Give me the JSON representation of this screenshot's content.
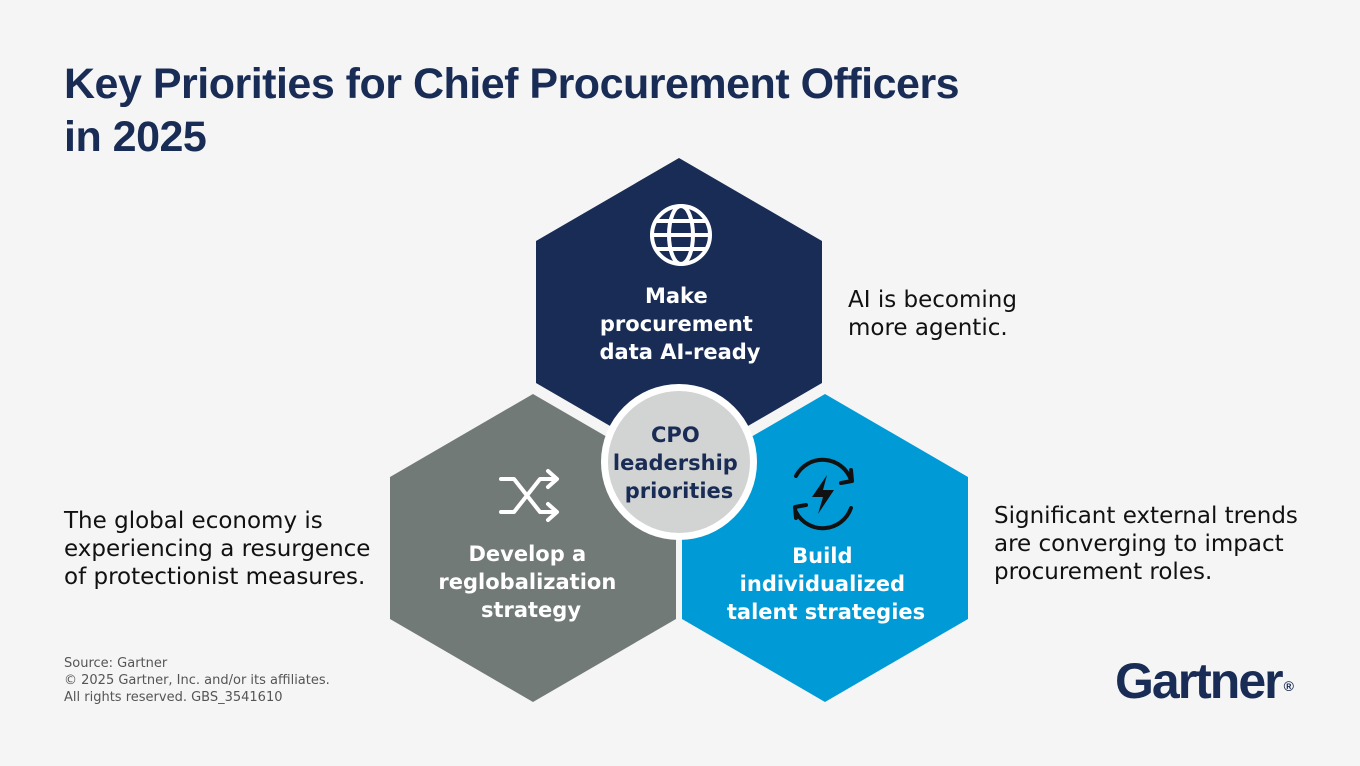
{
  "title": {
    "line1": "Key Priorities for Chief Procurement Officers",
    "line2": "in 2025"
  },
  "center": {
    "lines": [
      "CPO",
      "leadership",
      "priorities"
    ]
  },
  "hexagons": {
    "top": {
      "lines": [
        "Make",
        "procurement",
        "data AI-ready"
      ],
      "icon": "globe-icon",
      "color": "#192c55"
    },
    "left": {
      "lines": [
        "Develop a",
        "reglobalization",
        "strategy"
      ],
      "icon": "shuffle-icon",
      "color": "#727a78"
    },
    "right": {
      "lines": [
        "Build",
        "individualized",
        "talent strategies"
      ],
      "icon": "lightning-refresh-icon",
      "color": "#009bd7"
    }
  },
  "side_notes": {
    "top_right": [
      "AI is becoming",
      "more agentic."
    ],
    "left": [
      "The global economy is",
      "experiencing a resurgence",
      "of protectionist measures."
    ],
    "bottom_right": [
      "Significant external trends",
      "are converging to impact",
      "procurement roles."
    ]
  },
  "footnote": {
    "line1": "Source: Gartner",
    "line2": "© 2025 Gartner, Inc. and/or its affiliates.",
    "line3": "All rights reserved. GBS_3541610"
  },
  "brand": {
    "name": "Gartner",
    "mark": "®"
  }
}
